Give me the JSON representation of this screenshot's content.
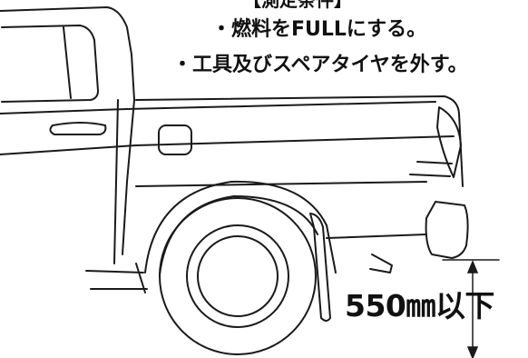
{
  "notes": {
    "heading": "【測定条件】",
    "line1": "・燃料をFULLにする。",
    "line2": "・工具及びスペアタイヤを外す。"
  },
  "dimension": {
    "label": "550㎜以下"
  }
}
